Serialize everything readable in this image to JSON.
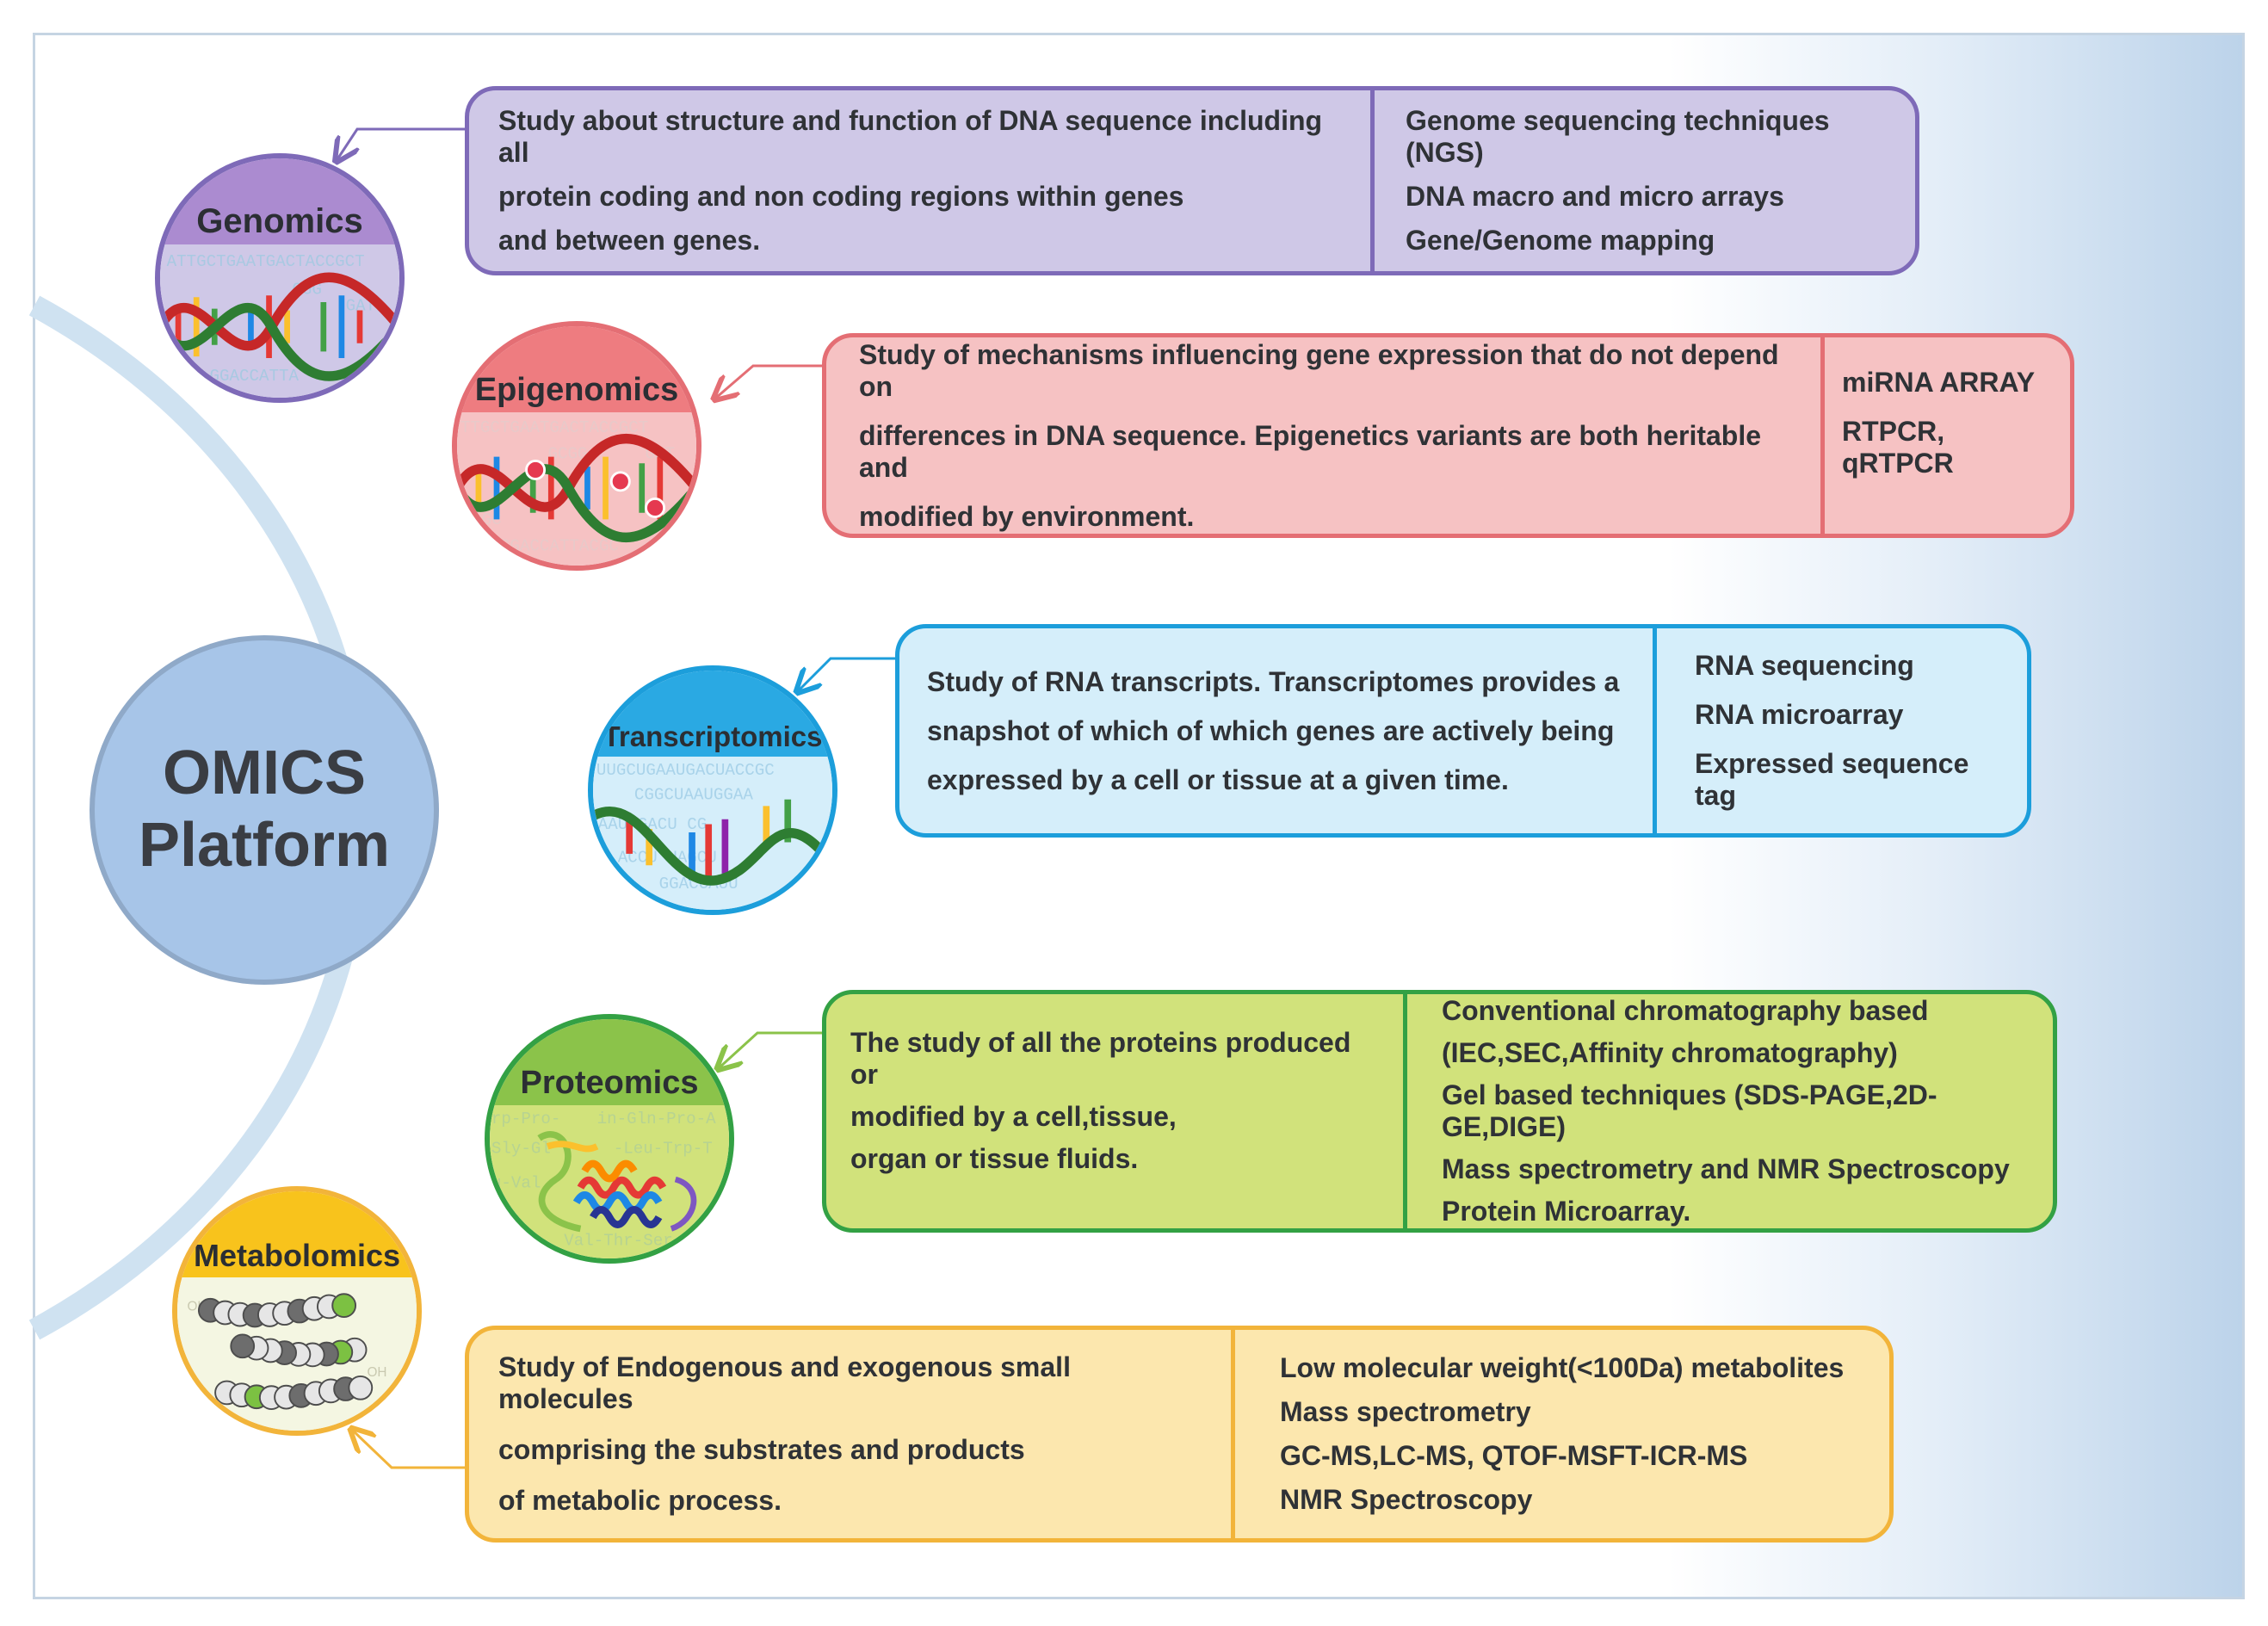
{
  "hub": {
    "line1": "OMICS",
    "line2": "Platform"
  },
  "omics": [
    {
      "id": "genomics",
      "title": "Genomics",
      "accent": "#7e6ab8",
      "fill": "#cfc8e7",
      "cap": "#ab8bd0",
      "description": [
        "Study about structure and function of DNA sequence including all",
        "protein coding and non coding regions within genes",
        "and between genes."
      ],
      "techniques": [
        "Genome sequencing techniques (NGS)",
        "DNA macro and micro arrays",
        "Gene/Genome  mapping"
      ]
    },
    {
      "id": "epigenomics",
      "title": "Epigenomics",
      "accent": "#e46e74",
      "fill": "#f6c2c3",
      "cap": "#ee7c80",
      "description": [
        "Study of mechanisms influencing gene expression that do not depend on",
        "differences in DNA sequence. Epigenetics variants are both heritable and",
        "modified by environment."
      ],
      "techniques": [
        "miRNA ARRAY",
        "RTPCR, qRTPCR"
      ]
    },
    {
      "id": "transcriptomics",
      "title": "Transcriptomics",
      "accent": "#1c9edb",
      "fill": "#d5eefa",
      "cap": "#2aa9e3",
      "description": [
        "Study of RNA transcripts. Transcriptomes provides a",
        "snapshot of which of which genes are actively being",
        "expressed by a cell or tissue at a given time."
      ],
      "techniques": [
        "RNA sequencing",
        "RNA microarray",
        "Expressed sequence tag"
      ]
    },
    {
      "id": "proteomics",
      "title": "Proteomics",
      "accent": "#33a144",
      "fill": "#d1e27b",
      "cap": "#8bc34a",
      "description": [
        "The study of all the proteins produced or",
        "modified by a cell,tissue,",
        "organ or tissue fluids."
      ],
      "techniques": [
        "Conventional chromatography based",
        "(IEC,SEC,Affinity chromatography)",
        "Gel based techniques (SDS-PAGE,2D-GE,DIGE)",
        "Mass spectrometry  and NMR  Spectroscopy",
        "Protein Microarray."
      ]
    },
    {
      "id": "metabolomics",
      "title": "Metabolomics",
      "accent": "#f2b43a",
      "fill": "#fce7ae",
      "cap": "#f8c31c",
      "description": [
        "Study of Endogenous and exogenous small molecules",
        "comprising the substrates and products",
        "of metabolic process."
      ],
      "techniques": [
        "Low molecular weight(<100Da) metabolites",
        "Mass spectrometry",
        "GC-MS,LC-MS, QTOF-MSFT-ICR-MS",
        "NMR Spectroscopy"
      ]
    }
  ],
  "node_background_text": {
    "genomics": [
      "ATTGCTGAATGACTACCGCT",
      "CGG",
      "GAT",
      "GGACCATTA"
    ],
    "epigenomics": [
      "TTGCTGAATGACTACCGCT",
      "GCGG",
      "GAT",
      "GC",
      "AGGACCATTACGC"
    ],
    "transcriptomics": [
      "UUGCUGAAUGACUACCGC",
      "CGGCUAAUGGAA",
      "AAU GACU CG",
      "ACCU UAGCU",
      "GGACCAUU"
    ],
    "proteomics": [
      "rp-Pro-",
      "in-Gln-Pro-A",
      "Sly-Gl",
      "-Leu-Trp-T",
      "u-Val",
      "Val-Thr-Ser"
    ],
    "metabolomics": [
      "OH",
      "OH"
    ]
  }
}
